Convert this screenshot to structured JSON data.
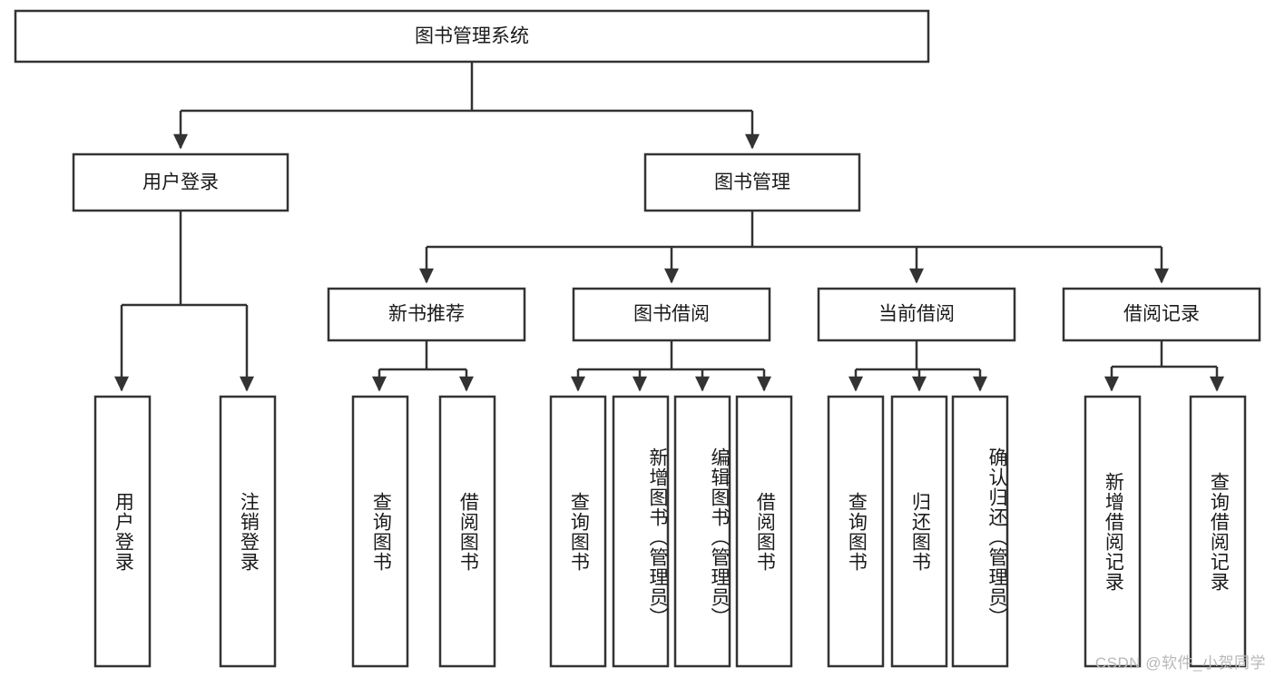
{
  "diagram": {
    "title": "图书管理系统",
    "type": "hierarchy-tree",
    "root": {
      "label": "图书管理系统"
    },
    "level2": [
      {
        "id": "user-login",
        "label": "用户登录"
      },
      {
        "id": "book-manage",
        "label": "图书管理"
      }
    ],
    "level3": [
      {
        "id": "new-book-recommend",
        "label": "新书推荐"
      },
      {
        "id": "book-borrow",
        "label": "图书借阅"
      },
      {
        "id": "current-borrow",
        "label": "当前借阅"
      },
      {
        "id": "borrow-record",
        "label": "借阅记录"
      }
    ],
    "leaves": {
      "user_login": [
        {
          "id": "leaf-user-login",
          "label": "用户登录"
        },
        {
          "id": "leaf-logout-login",
          "label": "注销登录"
        }
      ],
      "new_book_recommend": [
        {
          "id": "leaf-query-book-1",
          "label": "查询图书"
        },
        {
          "id": "leaf-borrow-book-1",
          "label": "借阅图书"
        }
      ],
      "book_borrow": [
        {
          "id": "leaf-query-book-2",
          "label": "查询图书"
        },
        {
          "id": "leaf-add-book",
          "label": "新增图书（管理员）"
        },
        {
          "id": "leaf-edit-book",
          "label": "编辑图书（管理员）"
        },
        {
          "id": "leaf-borrow-book-2",
          "label": "借阅图书"
        }
      ],
      "current_borrow": [
        {
          "id": "leaf-query-book-3",
          "label": "查询图书"
        },
        {
          "id": "leaf-return-book",
          "label": "归还图书"
        },
        {
          "id": "leaf-confirm-return",
          "label": "确认归还（管理员）"
        }
      ],
      "borrow_record": [
        {
          "id": "leaf-add-record",
          "label": "新增借阅记录"
        },
        {
          "id": "leaf-query-record",
          "label": "查询借阅记录"
        }
      ]
    }
  },
  "watermark": {
    "text": "CSDN @软件_小贺同学"
  },
  "colors": {
    "stroke": "#333333",
    "box_fill": "#ffffff",
    "text": "#1a1a1a",
    "watermark": "#b8b8b8",
    "background": "#ffffff"
  }
}
